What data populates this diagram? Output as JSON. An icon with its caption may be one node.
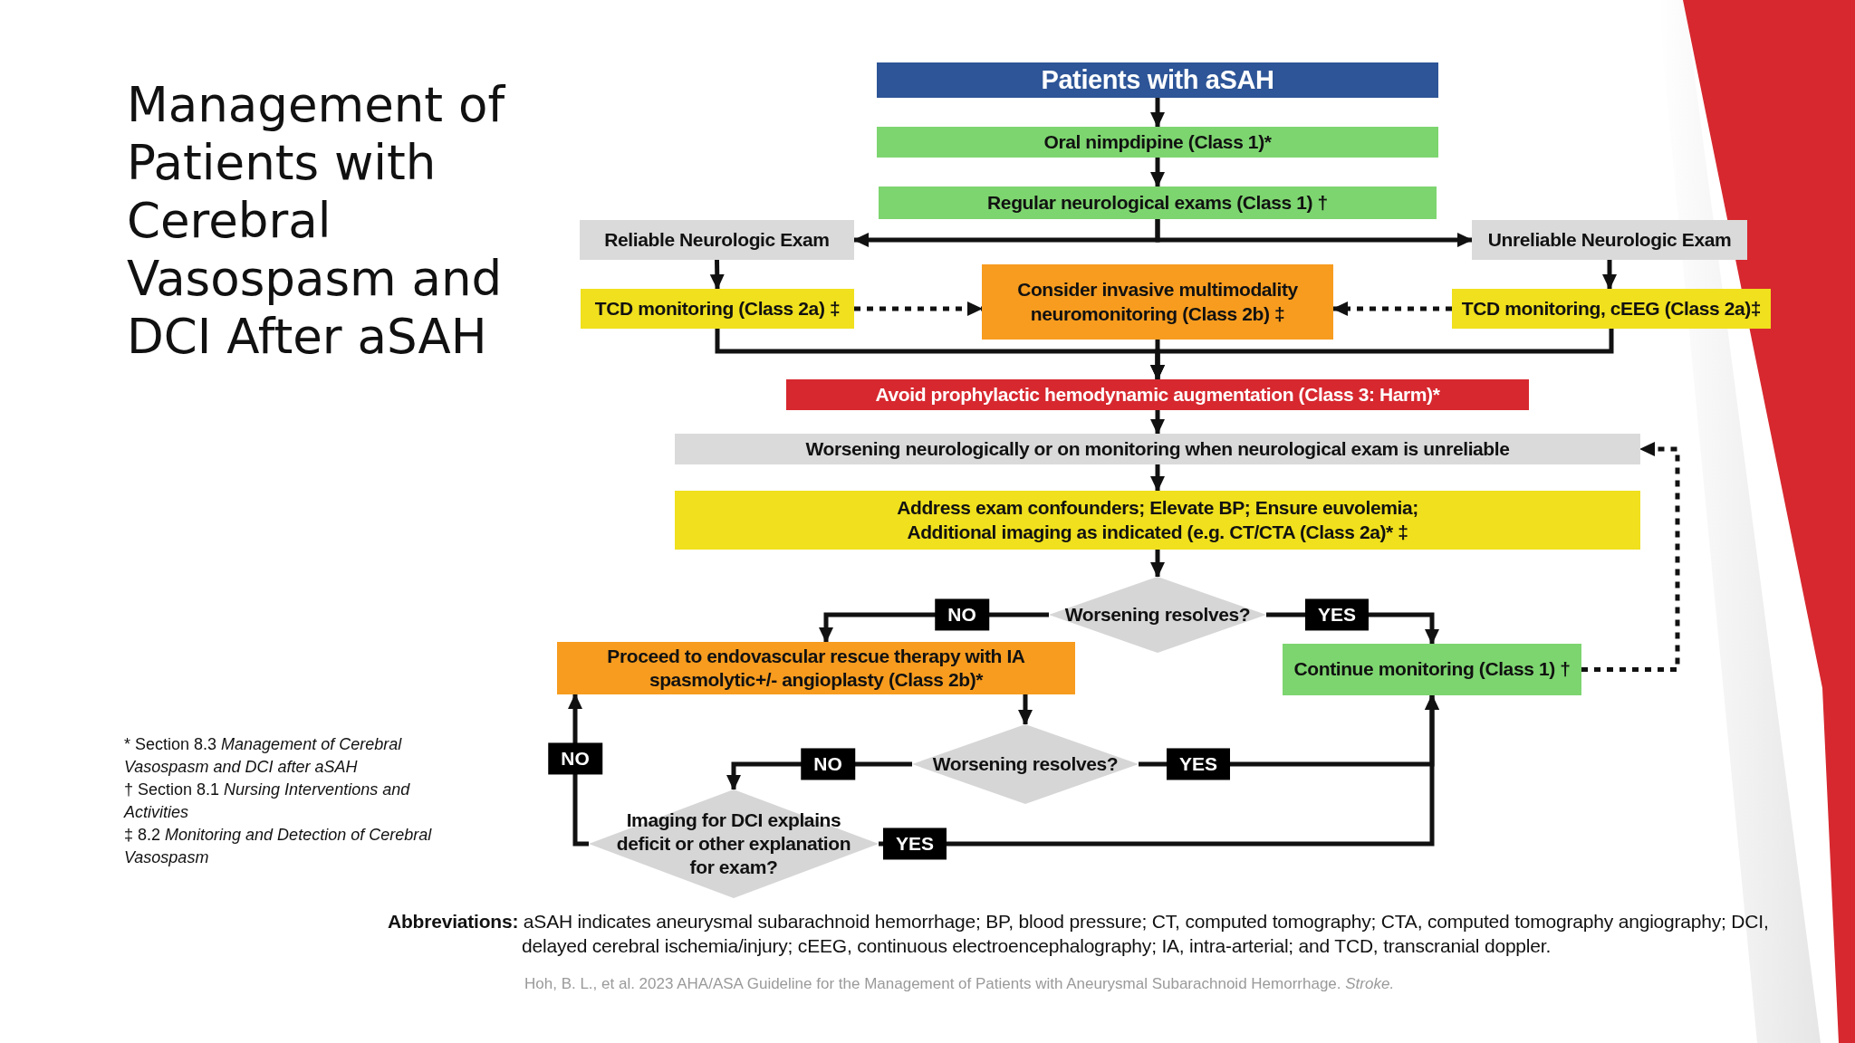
{
  "diagram": {
    "title": "Management of Patients with Cerebral Vasospasm and DCI After aSAH",
    "nodes": [
      {
        "text": [
          "Patients with aSAH"
        ]
      },
      {
        "text": [
          "Oral nimpdipine (Class 1)*"
        ]
      },
      {
        "text": [
          "Regular neurological exams  (Class 1) †"
        ]
      },
      {
        "text": [
          "Reliable Neurologic Exam"
        ]
      },
      {
        "text": [
          "Unreliable Neurologic Exam"
        ]
      },
      {
        "text": [
          "TCD monitoring (Class 2a) ‡"
        ]
      },
      {
        "text": [
          "Consider invasive multimodality neuromonitoring (Class 2b) ‡"
        ]
      },
      {
        "text": [
          "TCD monitoring, cEEG (Class 2a)‡"
        ]
      },
      {
        "text": [
          "Avoid prophylactic hemodynamic augmentation (Class 3: Harm)*"
        ]
      },
      {
        "text": [
          "Worsening neurologically or on monitoring when neurological exam is unreliable"
        ]
      },
      {
        "text": [
          "Address exam confounders; Elevate BP; Ensure euvolemia; Additional imaging as indicated (e.g. CT/CTA (Class 2a)* ‡"
        ]
      },
      {
        "text": [
          "Worsening resolves?"
        ]
      },
      {
        "text": [
          "Proceed to endovascular rescue therapy with IA spasmolytic+/- angioplasty (Class 2b)*"
        ]
      },
      {
        "text": [
          "Continue monitoring (Class 1) †"
        ]
      },
      {
        "text": [
          "Worsening resolves?"
        ]
      },
      {
        "text": [
          "Imaging for DCI explains deficit or other explanation for exam?"
        ]
      }
    ],
    "edges": [
      {
        "from": 0,
        "to": 1,
        "arrow": "to"
      },
      {
        "from": 1,
        "to": 2,
        "arrow": "to"
      },
      {
        "from": 2,
        "to": 3,
        "arrow": "to"
      },
      {
        "from": 2,
        "to": 4,
        "arrow": "to"
      },
      {
        "from": 3,
        "to": 5,
        "arrow": "to"
      },
      {
        "from": 4,
        "to": 7,
        "arrow": "to"
      },
      {
        "from": 5,
        "to": 6,
        "arrow": "to",
        "style": "dashed"
      },
      {
        "from": 7,
        "to": 6,
        "arrow": "to",
        "style": "dashed"
      },
      {
        "from": 5,
        "to": 8,
        "arrow": "to"
      },
      {
        "from": 6,
        "to": 8,
        "arrow": "to"
      },
      {
        "from": 7,
        "to": 8,
        "arrow": "to"
      },
      {
        "from": 8,
        "to": 9,
        "arrow": "to"
      },
      {
        "from": 9,
        "to": 10,
        "arrow": "to"
      },
      {
        "from": 10,
        "to": 11,
        "arrow": "to"
      },
      {
        "from": 11,
        "to": 12,
        "arrow": "to",
        "label": "NO"
      },
      {
        "from": 11,
        "to": 13,
        "arrow": "to",
        "label": "YES"
      },
      {
        "from": 13,
        "to": 9,
        "arrow": "to",
        "style": "dashed"
      },
      {
        "from": 12,
        "to": 14,
        "arrow": "to"
      },
      {
        "from": 14,
        "to": 15,
        "arrow": "to",
        "label": "NO"
      },
      {
        "from": 14,
        "to": 13,
        "arrow": "to",
        "label": "YES"
      },
      {
        "from": 15,
        "to": 12,
        "arrow": "to",
        "label": "NO"
      },
      {
        "from": 15,
        "to": 13,
        "arrow": "to",
        "label": "YES"
      }
    ],
    "labels": [
      "* Section 8.3",
      "Management of Cerebral Vasospasm and DCI after aSAH",
      "† Section 8.1",
      "Nursing Interventions and Activities",
      "‡ 8.2",
      "Monitoring and Detection of Cerebral Vasospasm",
      "**Abbreviations:** aSAH indicates aneurysmal subarachnoid hemorrhage; BP, blood pressure; CT, computed tomography; CTA, computed tomography angiography; DCI, delayed cerebral ischemia/injury; cEEG, continuous electroencephalography; IA, intra-arterial; and TCD, transcranial doppler.",
      "Hoh, B. L., et al. 2023 AHA/ASA Guideline for the Management of Patients with Aneurysmal Subarachnoid Hemorrhage. *Stroke.*"
    ]
  }
}
